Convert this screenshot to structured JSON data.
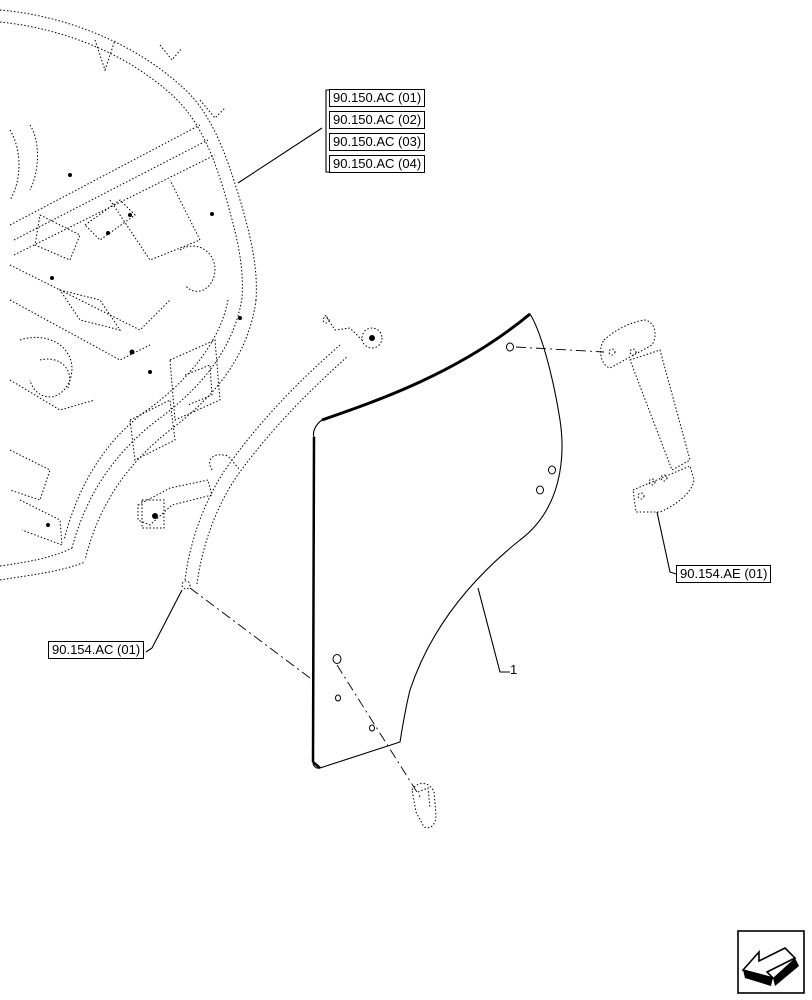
{
  "references": {
    "cab_frame": [
      "90.150.AC (01)",
      "90.150.AC (02)",
      "90.150.AC (03)",
      "90.150.AC (04)"
    ],
    "front_hinge": "90.154.AC (01)",
    "rear_hinge": "90.154.AE (01)"
  },
  "callouts": {
    "glass_panel": "1"
  },
  "navigation": {
    "icon": "arrow-down-left-icon"
  }
}
